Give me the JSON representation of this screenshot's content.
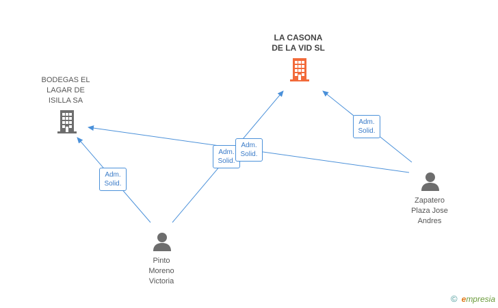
{
  "nodes": {
    "la_casona": {
      "name": "LA CASONA\nDE LA VID SL",
      "icon": "building-icon",
      "color": "#f26a3a"
    },
    "bodegas": {
      "name": "BODEGAS EL\nLAGAR DE\nISILLA SA",
      "icon": "building-icon",
      "color": "#6d6d6d"
    },
    "zapatero": {
      "name": "Zapatero\nPlaza Jose\nAndres",
      "icon": "person-icon",
      "color": "#6d6d6d"
    },
    "pinto": {
      "name": "Pinto\nMoreno\nVictoria",
      "icon": "person-icon",
      "color": "#6d6d6d"
    }
  },
  "relations": [
    {
      "from": "pinto",
      "to": "bodegas",
      "label": "Adm.\nSolid."
    },
    {
      "from": "pinto",
      "to": "la_casona",
      "label": "Adm.\nSolid."
    },
    {
      "from": "zapatero",
      "to": "bodegas",
      "label": "Adm.\nSolid."
    },
    {
      "from": "zapatero",
      "to": "la_casona",
      "label": "Adm.\nSolid."
    }
  ],
  "edge_color": "#4a90d9",
  "watermark": {
    "copyright": "©",
    "brand_initial": "e",
    "brand_rest": "mpresia"
  }
}
